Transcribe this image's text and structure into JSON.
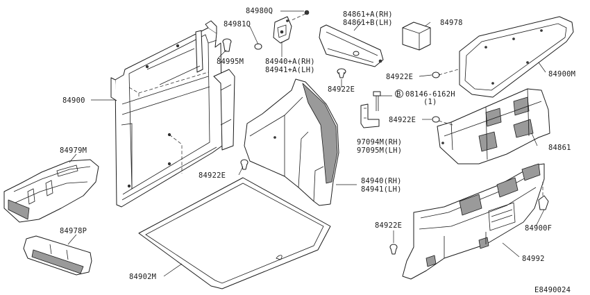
{
  "diagram_id": "E8490024",
  "labels": {
    "p84980Q": "84980Q",
    "p84981Q": "84981Q",
    "p84995M": "84995M",
    "p84940A": "84940+A(RH)",
    "p84941A": "84941+A(LH)",
    "p84861A": "84861+A(RH)",
    "p84861B": "84861+B(LH)",
    "p84978": "84978",
    "p84922E_a": "84922E",
    "p84900M": "84900M",
    "p84922E_b": "84922E",
    "p84900": "84900",
    "p08146": "08146-6162H",
    "p08146_qty": "(1)",
    "p08146_prefix": "B",
    "p84922E_c": "84922E",
    "p97094M": "97094M(RH)",
    "p97095M": "97095M(LH)",
    "p84861": "84861",
    "p84979M": "84979M",
    "p84922E_d": "84922E",
    "p84940": "84940(RH)",
    "p84941": "84941(LH)",
    "p84922E_e": "84922E",
    "p84900F": "84900F",
    "p84978P": "84978P",
    "p84992": "84992",
    "p84902M": "84902M"
  }
}
